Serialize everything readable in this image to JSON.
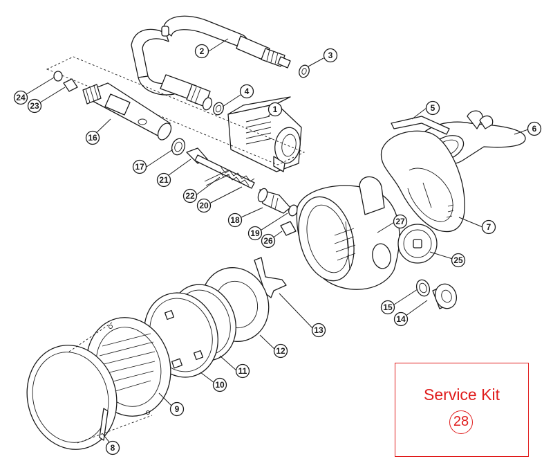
{
  "callouts": [
    {
      "id": "1",
      "label": "1"
    },
    {
      "id": "2",
      "label": "2"
    },
    {
      "id": "3",
      "label": "3"
    },
    {
      "id": "4",
      "label": "4"
    },
    {
      "id": "5",
      "label": "5"
    },
    {
      "id": "6",
      "label": "6"
    },
    {
      "id": "7",
      "label": "7"
    },
    {
      "id": "8",
      "label": "8"
    },
    {
      "id": "9",
      "label": "9"
    },
    {
      "id": "10",
      "label": "10"
    },
    {
      "id": "11",
      "label": "11"
    },
    {
      "id": "12",
      "label": "12"
    },
    {
      "id": "13",
      "label": "13"
    },
    {
      "id": "14",
      "label": "14"
    },
    {
      "id": "15",
      "label": "15"
    },
    {
      "id": "16",
      "label": "16"
    },
    {
      "id": "17",
      "label": "17"
    },
    {
      "id": "18",
      "label": "18"
    },
    {
      "id": "19",
      "label": "19"
    },
    {
      "id": "20",
      "label": "20"
    },
    {
      "id": "21",
      "label": "21"
    },
    {
      "id": "22",
      "label": "22"
    },
    {
      "id": "23",
      "label": "23"
    },
    {
      "id": "24",
      "label": "24"
    },
    {
      "id": "25",
      "label": "25"
    },
    {
      "id": "26",
      "label": "26"
    },
    {
      "id": "27",
      "label": "27"
    }
  ],
  "service_kit": {
    "title": "Service Kit",
    "number": "28",
    "color": "#e01b1b"
  }
}
